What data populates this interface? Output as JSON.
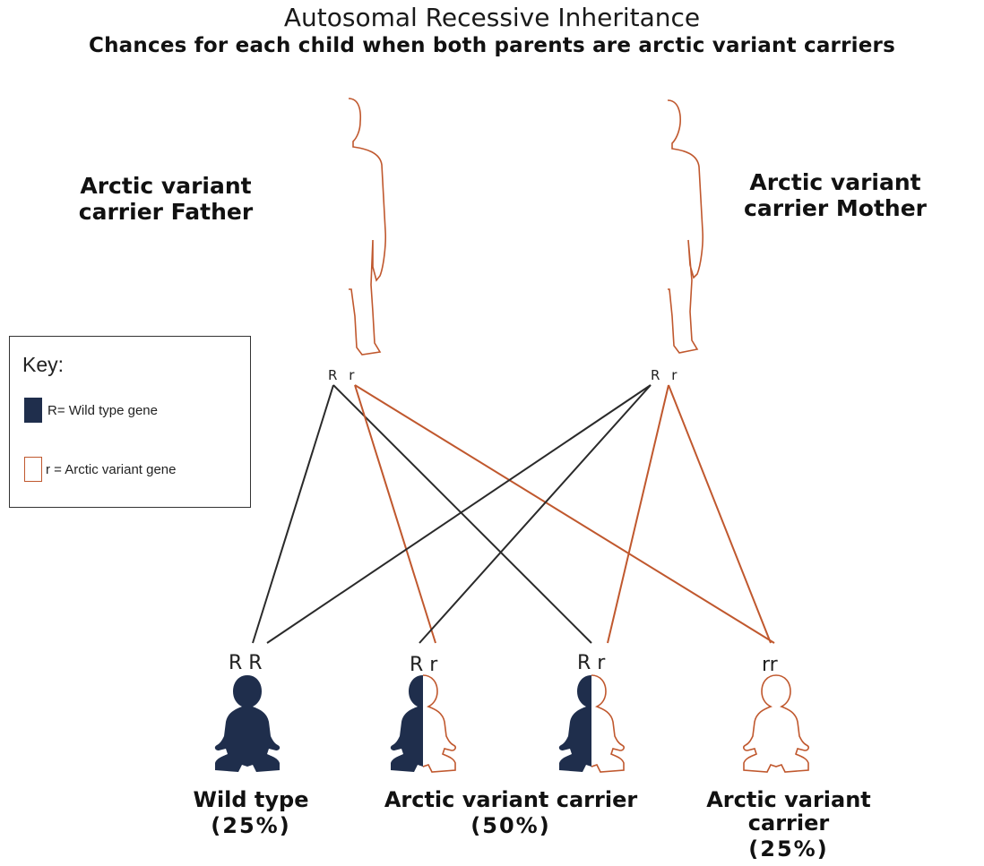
{
  "title": "Autosomal Recessive Inheritance",
  "subtitle": "Chances for each child when both parents are arctic variant carriers",
  "colors": {
    "dominant": "#1f2e4c",
    "recessive": "#c0582e",
    "black_line": "#2a2a2a"
  },
  "parents": {
    "father": {
      "label": "Arctic variant\ncarrier Father",
      "alleles": "R r"
    },
    "mother": {
      "label": "Arctic variant\ncarrier Mother",
      "alleles": "R r"
    }
  },
  "key": {
    "title": "Key:",
    "dominant_label": "R= Wild type gene",
    "recessive_label": "r = Arctic variant gene"
  },
  "children": [
    {
      "genotype": "R R",
      "icon": "baby-wild-type-icon"
    },
    {
      "genotype": "R r",
      "icon": "baby-carrier-icon"
    },
    {
      "genotype": "R r",
      "icon": "baby-carrier-icon"
    },
    {
      "genotype": "rr",
      "icon": "baby-variant-icon"
    }
  ],
  "outcomes": [
    {
      "label": "Wild type",
      "percent": "(25%)"
    },
    {
      "label": "Arctic variant carrier",
      "percent": "(50%)"
    },
    {
      "label": "Arctic variant carrier",
      "percent": "(25%)"
    }
  ]
}
